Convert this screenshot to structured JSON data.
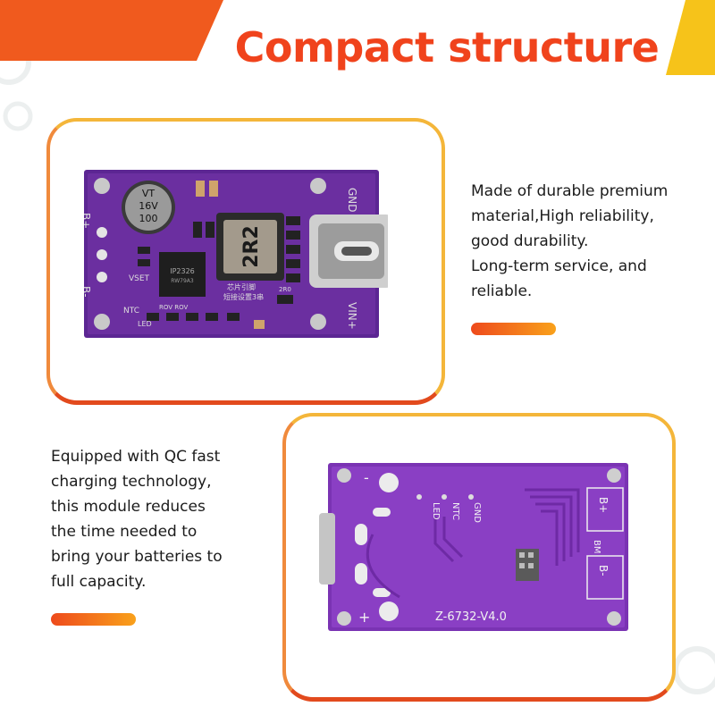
{
  "title": "Compact structure",
  "feature_1": {
    "lines": [
      "Made of durable premium",
      "material,High reliability,",
      "good durability.",
      "Long-term service, and",
      "reliable."
    ]
  },
  "feature_2": {
    "lines": [
      "Equipped with QC fast",
      "charging technology,",
      "this module reduces",
      "the time needed to",
      "bring your batteries to",
      "full capacity."
    ]
  },
  "board_front": {
    "labels": {
      "gnd": "GND",
      "bplus": "B+",
      "bminus": "B-",
      "vinplus": "VIN+",
      "vset": "VSET",
      "ntc": "NTC",
      "led": "LED",
      "rov": "ROV ROV",
      "inductor": "2R2",
      "cap1": "100",
      "cap2": "16V",
      "cap3": "VT",
      "chip": "IP2326",
      "chip2": "RW79A3",
      "note": "芯片引脚",
      "note2": "短接设置3串",
      "res": "2R0"
    }
  },
  "board_back": {
    "labels": {
      "minus": "-",
      "plus": "+",
      "led": "LED",
      "ntc": "NTC",
      "gnd": "GND",
      "bplus": "B+",
      "bm": "BM",
      "bminus": "B-",
      "model": "Z-6732-V4.0"
    }
  },
  "colors": {
    "accent_red": "#f0431c",
    "accent_orange": "#f9a11b",
    "accent_yellow": "#f6c31a",
    "pcb_purple": "#6b2fa0",
    "pcb_purple_back": "#8a3fc4"
  }
}
